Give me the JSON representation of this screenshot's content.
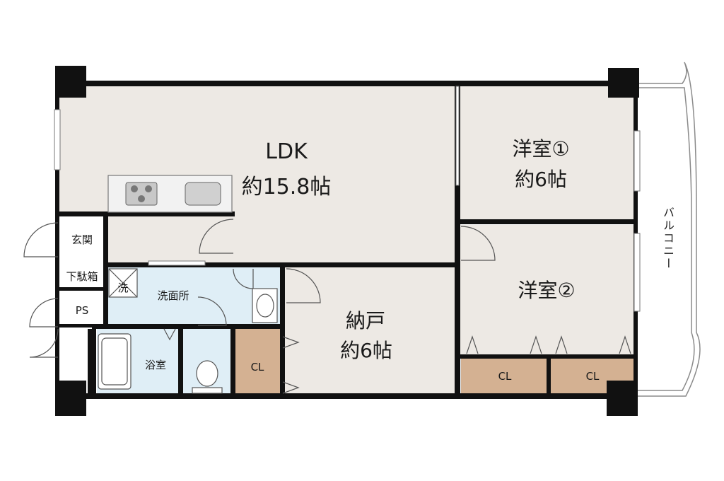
{
  "rooms": {
    "ldk": {
      "name": "LDK",
      "size": "約15.8帖"
    },
    "western1": {
      "name": "洋室①",
      "size": "約6帖"
    },
    "western2": {
      "name": "洋室②"
    },
    "storage": {
      "name": "納戸",
      "size": "約6帖"
    },
    "entrance": "玄関",
    "shoe_box": "下駄箱",
    "ps": "PS",
    "washroom": "洗面所",
    "washer": "洗",
    "bath": "浴室",
    "closet_center": "CL",
    "closet_right1": "CL",
    "closet_right2": "CL"
  },
  "balcony": "バルコニー",
  "colors": {
    "wall": "#111111",
    "floor": "#ede9e4",
    "wet_area": "#dfeef6",
    "closet": "#d4b192",
    "counter": "#f2f2f2"
  }
}
